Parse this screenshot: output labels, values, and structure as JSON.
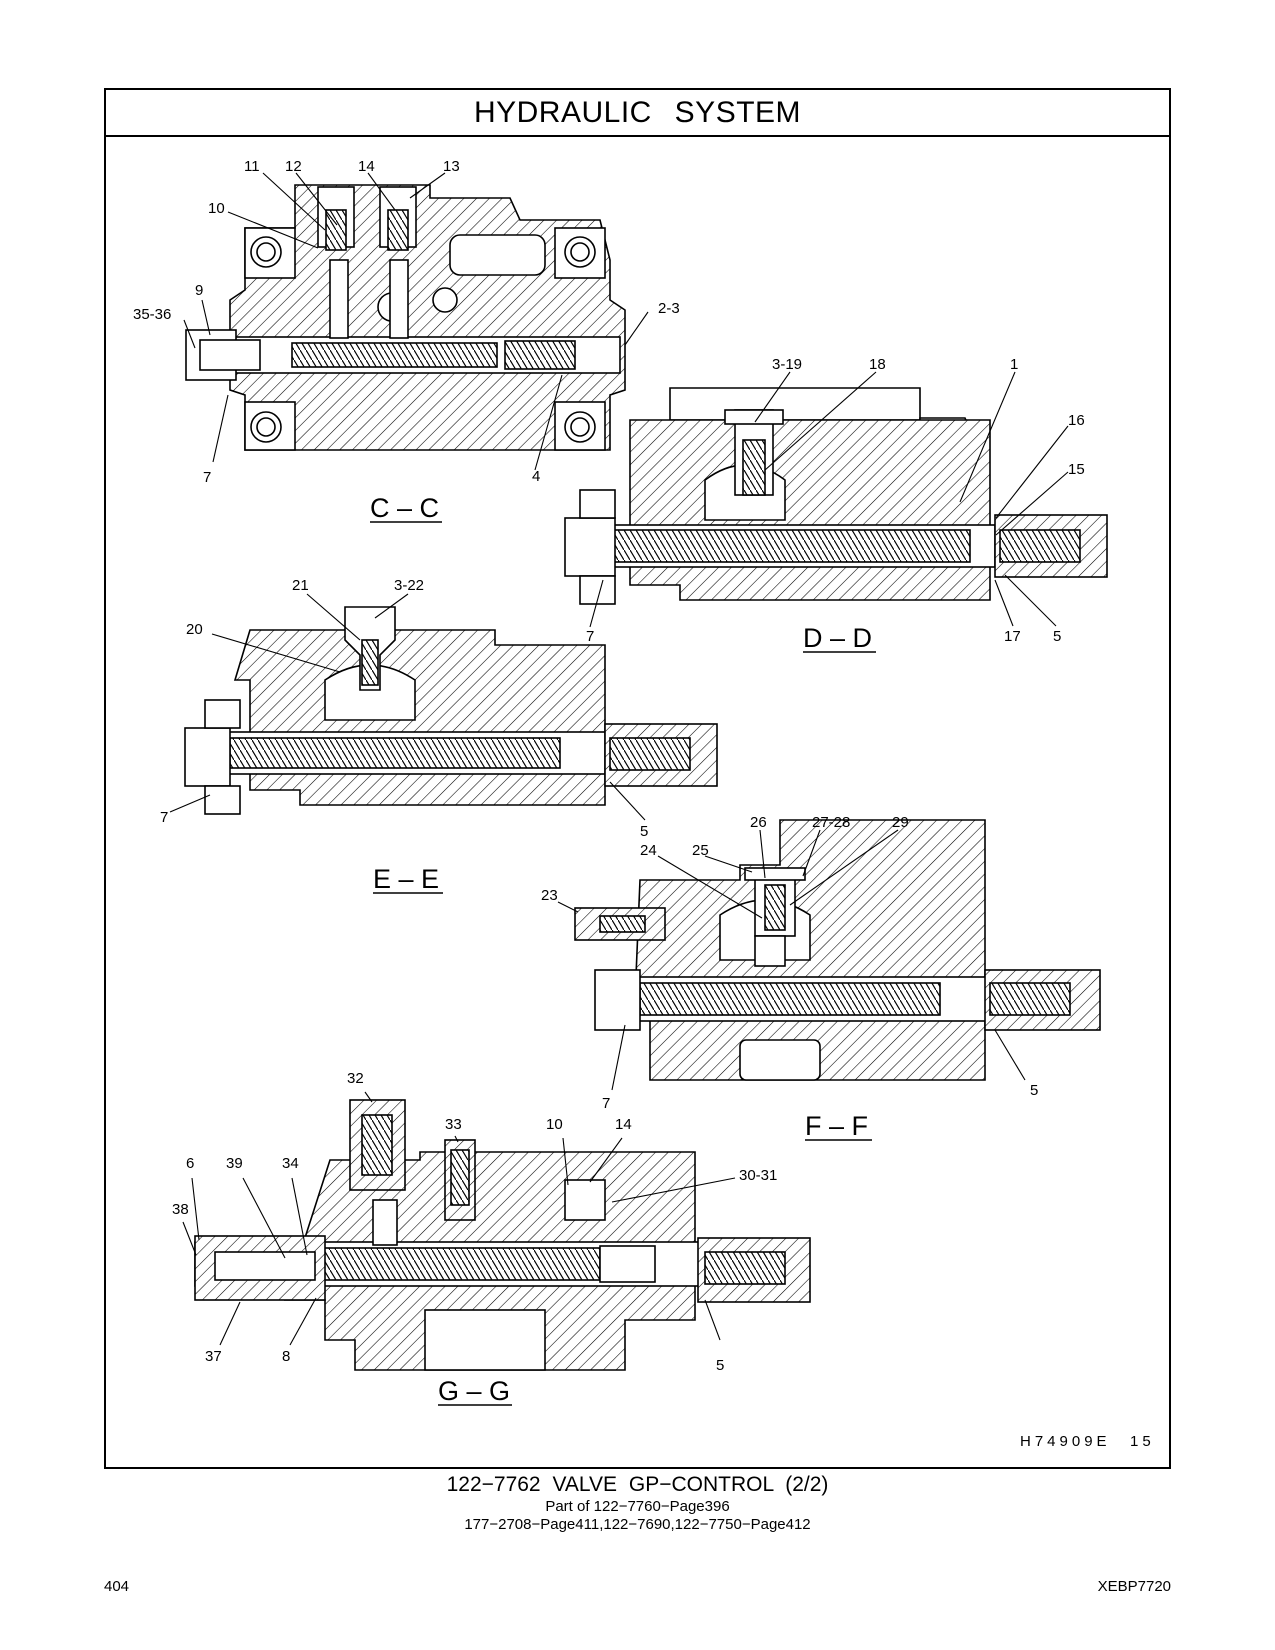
{
  "header": {
    "title": "HYDRAULIC SYSTEM"
  },
  "sections": {
    "cc": "C – C",
    "dd": "D – D",
    "ee": "E – E",
    "ff": "F – F",
    "gg": "G – G"
  },
  "callouts": {
    "cc": [
      "11",
      "12",
      "14",
      "13",
      "10",
      "9",
      "35-36",
      "2-3",
      "7",
      "4"
    ],
    "dd": [
      "3-19",
      "18",
      "1",
      "16",
      "15",
      "7",
      "17",
      "5"
    ],
    "ee": [
      "21",
      "3-22",
      "20",
      "7",
      "5"
    ],
    "ff": [
      "26",
      "27-28",
      "29",
      "24",
      "25",
      "23",
      "7",
      "5"
    ],
    "gg": [
      "32",
      "33",
      "10",
      "14",
      "30-31",
      "6",
      "39",
      "34",
      "38",
      "37",
      "8",
      "5"
    ]
  },
  "drawing_code": "H74909E",
  "drawing_sheet": "15",
  "caption": {
    "title": "122−7762  VALVE  GP−CONTROL (2/2)",
    "line1": "Part of 122−7760−Page396",
    "line2": "177−2708−Page411,122−7690,122−7750−Page412"
  },
  "footer": {
    "page_number": "404",
    "doc_code": "XEBP7720"
  }
}
